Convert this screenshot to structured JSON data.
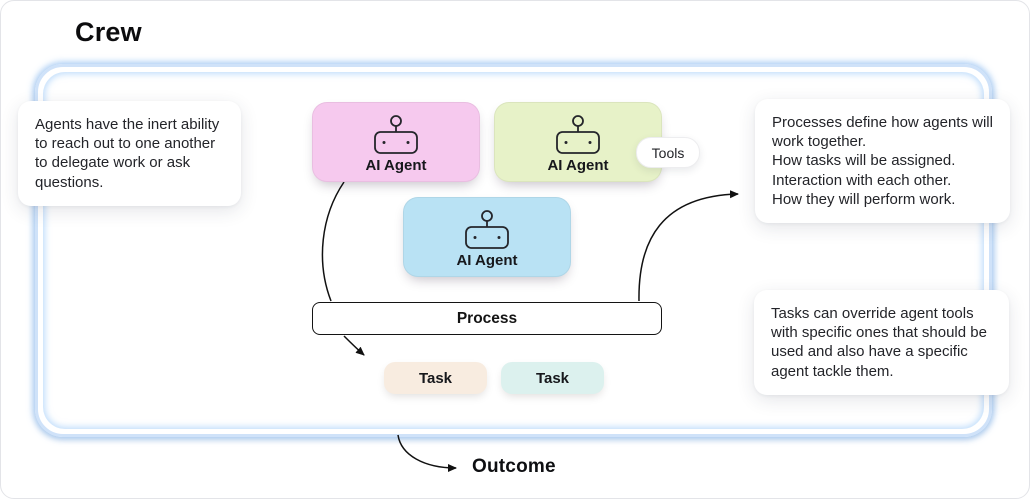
{
  "title": "Crew",
  "diagram": {
    "agents": [
      {
        "label": "AI Agent",
        "color": "#f6c9ee"
      },
      {
        "label": "AI Agent",
        "color": "#e7f2c8"
      },
      {
        "label": "AI Agent",
        "color": "#b9e2f4"
      }
    ],
    "tools": {
      "label": "Tools"
    },
    "process": {
      "label": "Process"
    },
    "tasks": [
      {
        "label": "Task",
        "color": "#f8ece0"
      },
      {
        "label": "Task",
        "color": "#dcf1ee"
      }
    ],
    "outcome": {
      "label": "Outcome"
    }
  },
  "notes": {
    "left": {
      "text": "Agents have the inert ability to reach out to one another to delegate work or ask questions."
    },
    "right_top": {
      "lines": [
        "Processes define how agents will work together.",
        "How tasks will be assigned.",
        "Interaction with each other.",
        "How they will perform work."
      ]
    },
    "right_bottom": {
      "text": "Tasks can override agent tools with specific ones that should be used and also have a specific agent tackle them."
    }
  },
  "colors": {
    "frame_glow": "#a9cdf5",
    "arrow": "#111111"
  }
}
